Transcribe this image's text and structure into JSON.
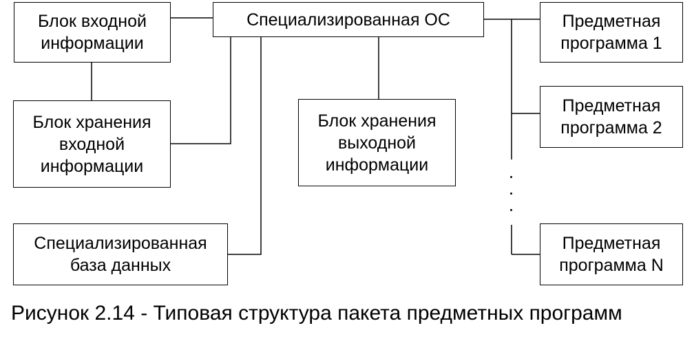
{
  "boxes": {
    "input_block": [
      "Блок входной",
      "информации"
    ],
    "spec_os": [
      "Специализированная ОС"
    ],
    "input_storage": [
      "Блок хранения",
      "входной",
      "информации"
    ],
    "output_storage": [
      "Блок хранения",
      "выходной",
      "информации"
    ],
    "spec_db": [
      "Специализированная",
      "база данных"
    ],
    "program_1": [
      "Предметная",
      "программа 1"
    ],
    "program_2": [
      "Предметная",
      "программа 2"
    ],
    "program_n": [
      "Предметная",
      "программа N"
    ]
  },
  "caption": "Рисунок 2.14 - Типовая структура пакета предметных программ"
}
